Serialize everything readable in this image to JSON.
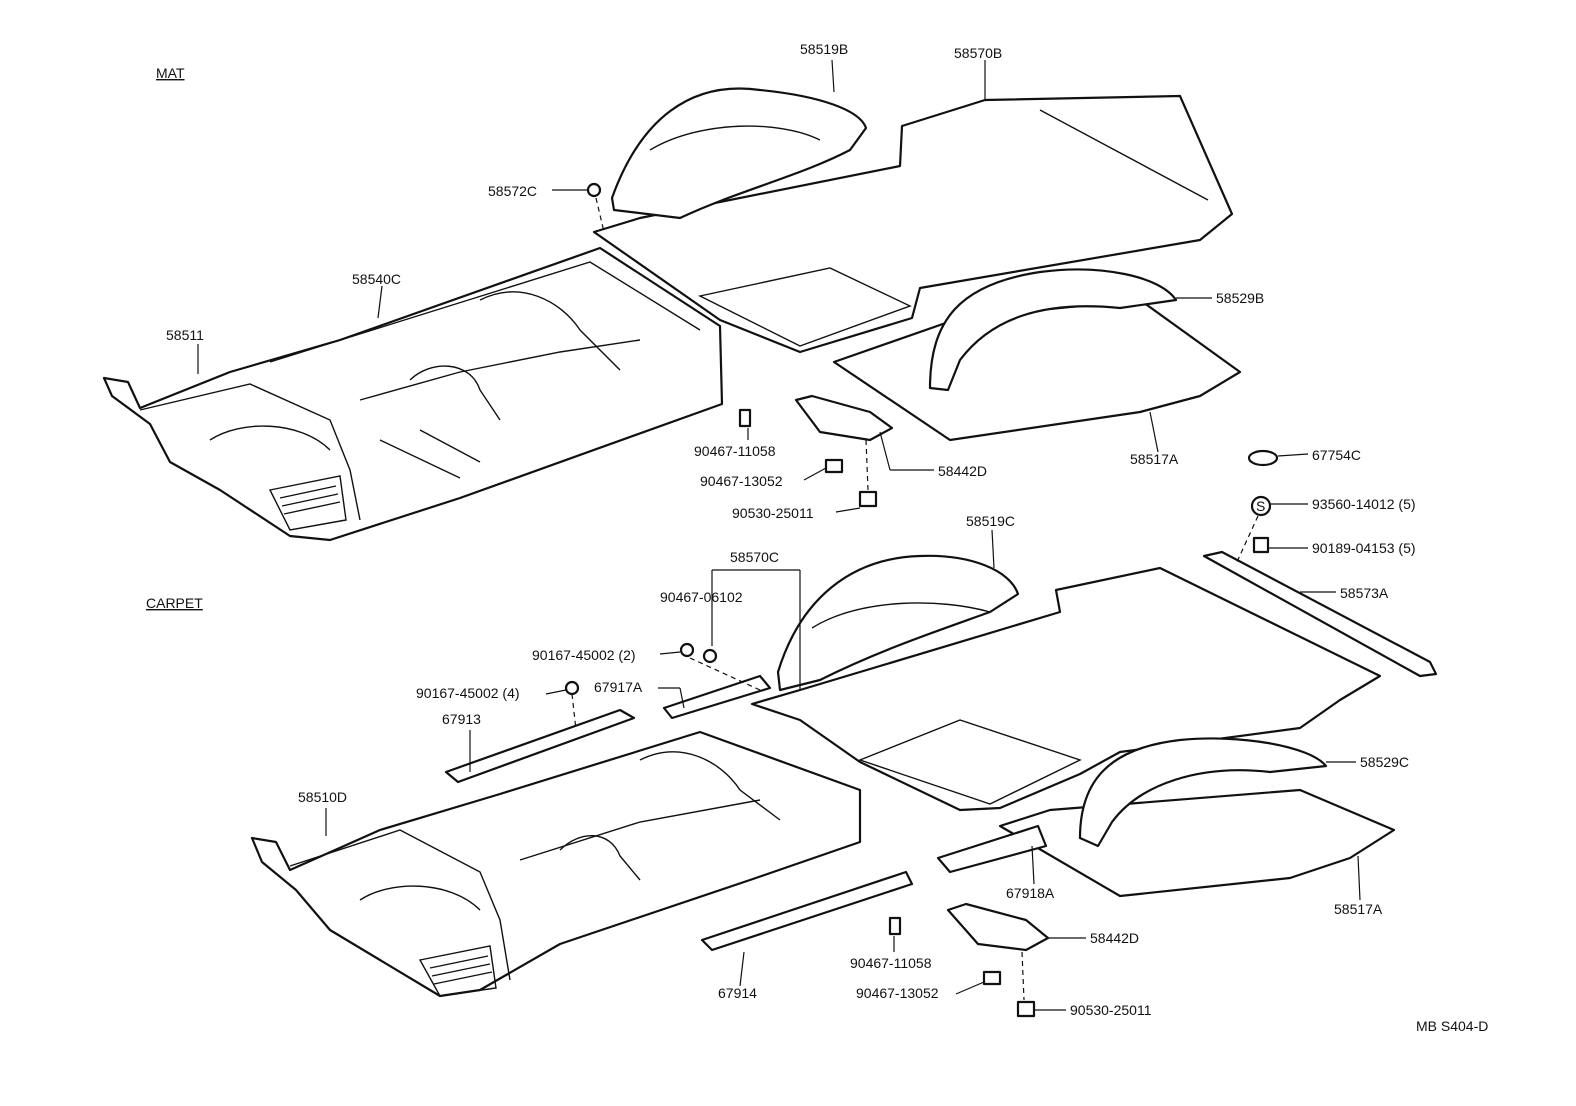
{
  "headers": {
    "mat": "MAT",
    "carpet": "CARPET"
  },
  "footer": {
    "code": "MB S404-D"
  },
  "labels": {
    "p58519B": "58519B",
    "p58570B": "58570B",
    "p58572C": "58572C",
    "p58540C": "58540C",
    "p58511": "58511",
    "p58529B": "58529B",
    "p90467_11058_top": "90467-11058",
    "p90467_13052_top": "90467-13052",
    "p58442D_top": "58442D",
    "p58517A_top": "58517A",
    "p90530_25011_top": "90530-25011",
    "p67754C": "67754C",
    "p93560_14012": "93560-14012 (5)",
    "p90189_04153": "90189-04153 (5)",
    "s_symbol": "S",
    "p58519C": "58519C",
    "p58570C": "58570C",
    "p90467_06102": "90467-06102",
    "p58573A": "58573A",
    "p90167_45002_2": "90167-45002 (2)",
    "p90167_45002_4": "90167-45002 (4)",
    "p67917A": "67917A",
    "p67913": "67913",
    "p58510D": "58510D",
    "p58529C": "58529C",
    "p67918A": "67918A",
    "p58517A_bottom": "58517A",
    "p58442D_bottom": "58442D",
    "p67914": "67914",
    "p90467_11058_bottom": "90467-11058",
    "p90467_13052_bottom": "90467-13052",
    "p90530_25011_bottom": "90530-25011"
  }
}
